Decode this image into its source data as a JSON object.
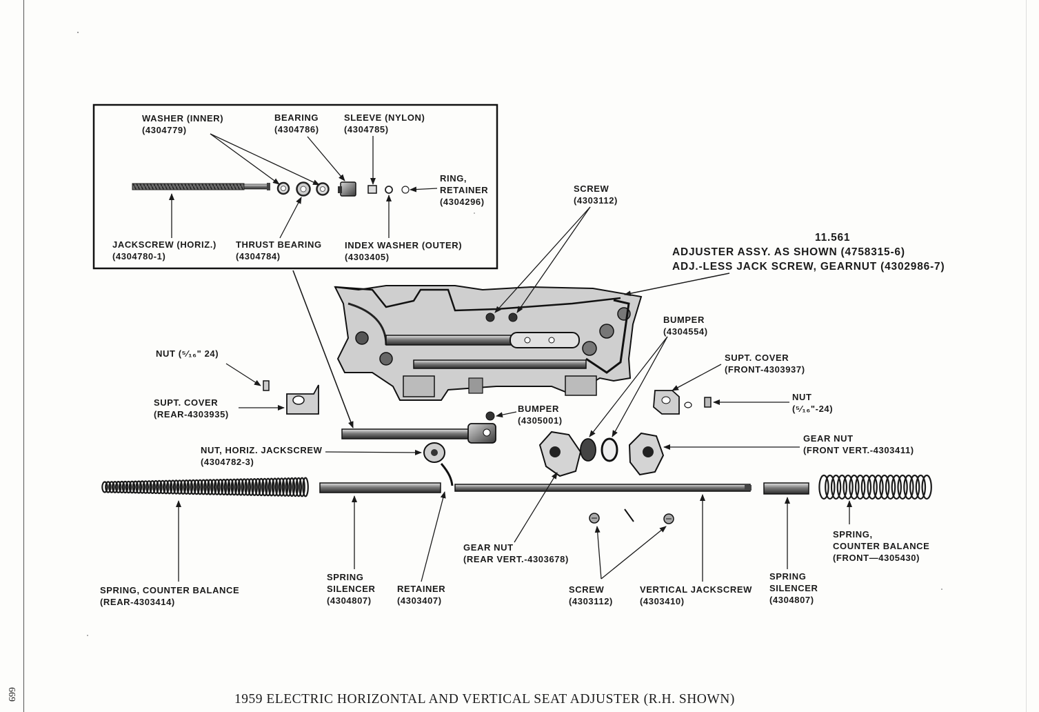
{
  "diagram": {
    "title": "1959 ELECTRIC HORIZONTAL AND VERTICAL SEAT ADJUSTER (R.H. SHOWN)",
    "page_number": "669",
    "assembly": {
      "number": "11.561",
      "line1": "ADJUSTER ASSY. AS SHOWN (4758315-6)",
      "line2": "ADJ.-LESS JACK SCREW, GEARNUT (4302986-7)"
    },
    "inset": {
      "washer_inner": {
        "name": "WASHER (INNER)",
        "part": "(4304779)"
      },
      "bearing": {
        "name": "BEARING",
        "part": "(4304786)"
      },
      "sleeve": {
        "name": "SLEEVE (NYLON)",
        "part": "(4304785)"
      },
      "ring": {
        "name1": "RING,",
        "name2": "RETAINER",
        "part": "(4304296)"
      },
      "jackscrew_horiz": {
        "name": "JACKSCREW (HORIZ.)",
        "part": "(4304780-1)"
      },
      "thrust_bearing": {
        "name": "THRUST BEARING",
        "part": "(4304784)"
      },
      "index_washer": {
        "name": "INDEX WASHER (OUTER)",
        "part": "(4303405)"
      }
    },
    "labels": {
      "screw_top": {
        "name": "SCREW",
        "part": "(4303112)"
      },
      "bumper_right": {
        "name": "BUMPER",
        "part": "(4304554)"
      },
      "nut_rear": {
        "name": "NUT (⁵⁄₁₆\" 24)"
      },
      "supt_cover_front": {
        "name": "SUPT. COVER",
        "part": "(FRONT-4303937)"
      },
      "nut_front": {
        "name": "NUT",
        "part": "(⁵⁄₁₆\"-24)"
      },
      "supt_cover_rear": {
        "name": "SUPT. COVER",
        "part": "(REAR-4303935)"
      },
      "bumper_center": {
        "name": "BUMPER",
        "part": "(4305001)"
      },
      "gear_nut_front": {
        "name": "GEAR NUT",
        "part": "(FRONT VERT.-4303411)"
      },
      "nut_horiz": {
        "name": "NUT, HORIZ. JACKSCREW",
        "part": "(4304782-3)"
      },
      "spring_front": {
        "name1": "SPRING,",
        "name2": "COUNTER BALANCE",
        "part": "(FRONT—4305430)"
      },
      "gear_nut_rear": {
        "name": "GEAR NUT",
        "part": "(REAR VERT.-4303678)"
      },
      "spring_rear": {
        "name": "SPRING, COUNTER BALANCE",
        "part": "(REAR-4303414)"
      },
      "silencer_left": {
        "name1": "SPRING",
        "name2": "SILENCER",
        "part": "(4304807)"
      },
      "retainer": {
        "name": "RETAINER",
        "part": "(4303407)"
      },
      "screw_bottom": {
        "name": "SCREW",
        "part": "(4303112)"
      },
      "vertical_jackscrew": {
        "name": "VERTICAL JACKSCREW",
        "part": "(4303410)"
      },
      "silencer_right": {
        "name1": "SPRING",
        "name2": "SILENCER",
        "part": "(4304807)"
      }
    }
  }
}
